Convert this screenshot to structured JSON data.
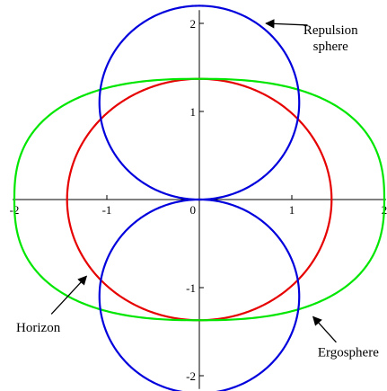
{
  "chart_data": {
    "type": "line",
    "xlim": [
      -2,
      2
    ],
    "ylim": [
      -2.15,
      2.15
    ],
    "xticks": [
      {
        "value": -2,
        "label": "-2"
      },
      {
        "value": -1,
        "label": "-1"
      },
      {
        "value": 0,
        "label": "0"
      },
      {
        "value": 1,
        "label": "1"
      },
      {
        "value": 2,
        "label": "2"
      }
    ],
    "yticks": [
      {
        "value": 2,
        "label": "2"
      },
      {
        "value": 1,
        "label": "1"
      },
      {
        "value": -1,
        "label": "-1"
      },
      {
        "value": -2,
        "label": "-2"
      }
    ],
    "grid": false,
    "legend": "none",
    "series": [
      {
        "curve": "circle",
        "cx": 0,
        "cy": 0,
        "rx": 1.43,
        "ry": 1.37,
        "color": "#e60000"
      },
      {
        "curve": "superellipse",
        "cx": 0,
        "cy": 0,
        "rx": 2.0,
        "ry": 1.37,
        "exponent": 2.5,
        "color": "#00e600"
      },
      {
        "curve": "circle",
        "cx": 0,
        "cy": 1.1,
        "rx": 1.08,
        "ry": 1.1,
        "color": "#0000dd"
      },
      {
        "curve": "circle",
        "cx": 0,
        "cy": -1.1,
        "rx": 1.08,
        "ry": 1.1,
        "color": "#0000dd"
      }
    ],
    "annotations": [
      {
        "lines": [
          "Repulsion",
          "sphere"
        ],
        "anchor": "middle",
        "text_at": [
          1.42,
          1.88
        ],
        "arrow_from": [
          1.17,
          1.98
        ],
        "arrow_to": [
          0.72,
          2.0
        ]
      },
      {
        "lines": [
          "Horizon"
        ],
        "anchor": "start",
        "text_at": [
          -1.98,
          -1.5
        ],
        "arrow_from": [
          -1.6,
          -1.3
        ],
        "arrow_to": [
          -1.22,
          -0.87
        ]
      },
      {
        "lines": [
          "Ergosphere"
        ],
        "anchor": "start",
        "text_at": [
          1.28,
          -1.78
        ],
        "arrow_from": [
          1.48,
          -1.62
        ],
        "arrow_to": [
          1.23,
          -1.33
        ]
      }
    ]
  }
}
